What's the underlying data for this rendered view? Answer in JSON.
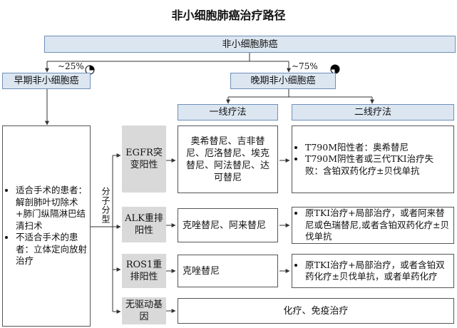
{
  "title": "非小细胞肺癌治疗路径",
  "root": "非小细胞肺癌",
  "early": {
    "pct": "~25%",
    "label": "早期非小细胞癌"
  },
  "late": {
    "pct": "~75%",
    "label": "晚期非小细胞癌"
  },
  "early_treatment": [
    "适合手术的患者：解剖肺叶切除术+肺门纵隔淋巴结清扫术",
    "不适合手术的患者：立体定向放射治疗"
  ],
  "molecular_typing_label": "分子分型",
  "columns": {
    "first_line": "一线疗法",
    "second_line": "二线疗法"
  },
  "rows": [
    {
      "mutation": "EGFR突变阳性",
      "first_line": "奥希替尼、吉非替尼、厄洛替尼、埃克替尼、阿法替尼、达可替尼",
      "second_line": [
        "T790M阳性者：奥希替尼",
        "T790M阴性者或三代TKI治疗失败：含铂双药化疗±贝伐单抗"
      ]
    },
    {
      "mutation": "ALK重排阳性",
      "first_line": "克唑替尼、阿来替尼",
      "second_line": [
        "原TKI治疗+局部治疗，或者阿来替尼或色瑞替尼,或者含铂双药化疗±贝伐单抗"
      ]
    },
    {
      "mutation": "ROS1重排阳性",
      "first_line": "克唑替尼",
      "second_line": [
        "原TKI治疗+局部治疗，或者含铂双药化疗±贝伐单抗，或者单药化疗"
      ]
    },
    {
      "mutation": "无驱动基因",
      "combined": "化疗、免疫治疗"
    }
  ],
  "colors": {
    "blue_fill": "#dce6f1",
    "blue_border": "#6f8fb8",
    "grey_fill": "#d9d9d9"
  }
}
